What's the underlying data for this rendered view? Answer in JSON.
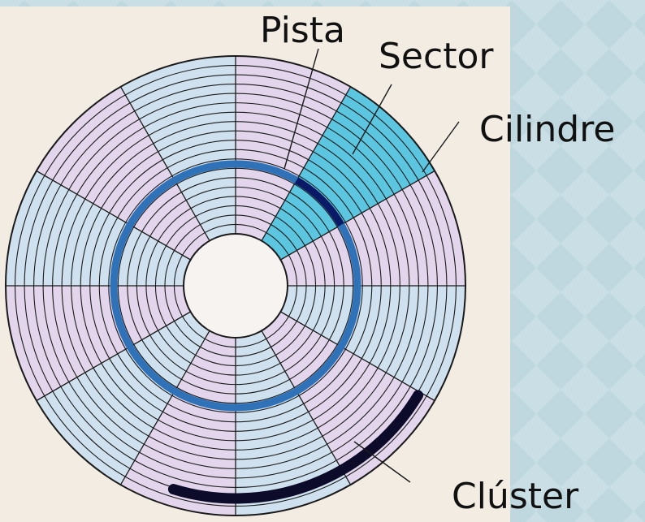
{
  "labels": {
    "pista": "Pista",
    "sector": "Sector",
    "cilindre": "Cilindre",
    "cluster": "Clúster"
  },
  "colors": {
    "background": "#c8dde3",
    "paper": "#f3ece3",
    "sector_fill_a": "#e3d6ec",
    "sector_fill_b": "#cfe1ee",
    "highlight_sector": "#5cc6e0",
    "cylinder_ring": "#2f72b8",
    "track_highlight": "#0b1a66",
    "cluster_arc": "#0c0c2a",
    "lines": "#1a1a1a"
  }
}
